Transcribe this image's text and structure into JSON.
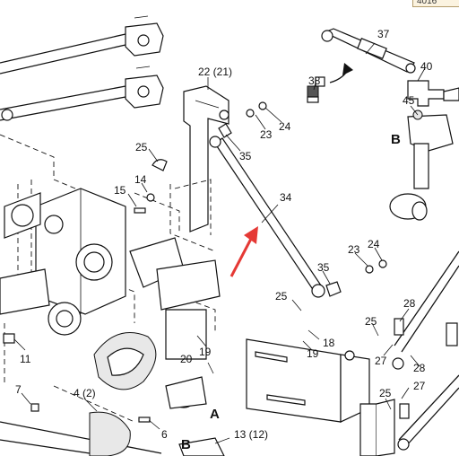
{
  "header_tag": "4016",
  "callouts": {
    "c37": "37",
    "c40": "40",
    "c38": "38",
    "c22": "22 (21)",
    "c45": "45",
    "c23a": "23",
    "c24a": "24",
    "c35a": "35",
    "c25a": "25",
    "c14": "14",
    "c15": "15",
    "c34": "34",
    "c23b": "23",
    "c24b": "24",
    "c35b": "35",
    "c25b": "25",
    "c28a": "28",
    "c18": "18",
    "c19a": "19",
    "c19b": "19",
    "c25c": "25",
    "c11": "11",
    "c20": "20",
    "c27a": "27",
    "c28b": "28",
    "c7": "7",
    "c4": "4 (2)",
    "c25d": "25",
    "c27b": "27",
    "c6": "6",
    "c13": "13 (12)"
  },
  "view_labels": {
    "b_top": "B",
    "a": "A",
    "b_bottom": "B"
  },
  "colors": {
    "arrow": "#e53935",
    "line": "#111111"
  }
}
